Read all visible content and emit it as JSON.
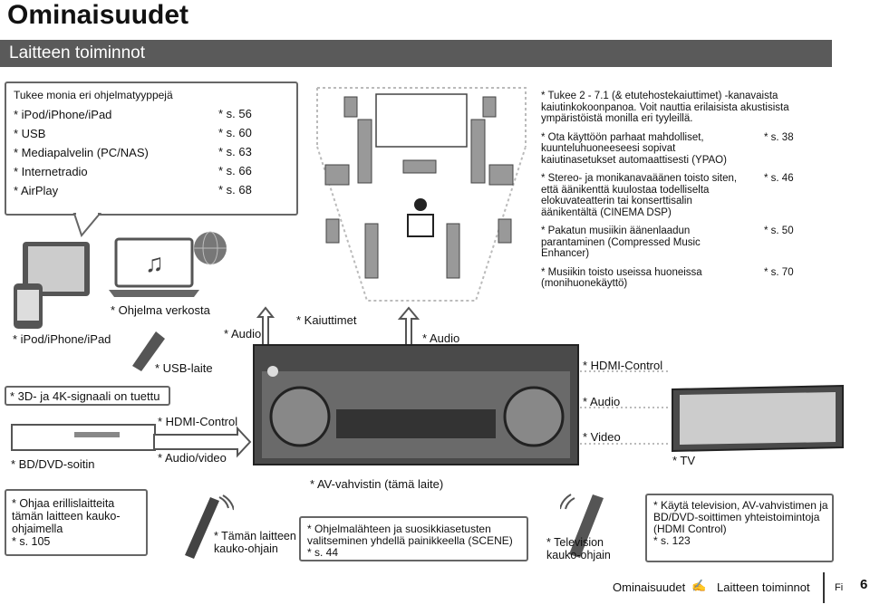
{
  "page_title": "Ominaisuudet",
  "section_title": "Laitteen toiminnot",
  "sources_box": {
    "heading": "Tukee monia eri ohjelmatyyppejä",
    "rows": [
      {
        "label": "* iPod/iPhone/iPad",
        "page": "* s. 56"
      },
      {
        "label": "* USB",
        "page": "* s. 60"
      },
      {
        "label": "* Mediapalvelin (PC/NAS)",
        "page": "* s. 63"
      },
      {
        "label": "* Internetradio",
        "page": "* s. 66"
      },
      {
        "label": "* AirPlay",
        "page": "* s. 68"
      }
    ]
  },
  "features": [
    {
      "text": "* Tukee 2 - 7.1 (& etutehostekaiuttimet) -kanavaista kaiutinkokoonpanoa. Voit nauttia erilaisista akustisista ympäristöistä monilla eri tyyleillä.",
      "page": ""
    },
    {
      "text": "* Ota käyttöön parhaat mahdolliset, kuunteluhuoneeseesi sopivat kaiutinasetukset automaattisesti (YPAO)",
      "page": "* s. 38"
    },
    {
      "text": "* Stereo- ja monikanavaäänen toisto siten, että äänikenttä kuulostaa todelliselta elokuvateatterin tai konserttisalin äänikentältä (CINEMA DSP)",
      "page": "* s. 46"
    },
    {
      "text": "* Pakatun musiikin äänenlaadun parantaminen (Compressed Music Enhancer)",
      "page": "* s. 50"
    },
    {
      "text": "* Musiikin toisto useissa huoneissa (monihuonekäyttö)",
      "page": "* s. 70"
    }
  ],
  "labels": {
    "ohjelma_verkosta": "* Ohjelma verkosta",
    "ipod": "* iPod/iPhone/iPad",
    "audio_left": "* Audio",
    "kaiuttimet": "* Kaiuttimet",
    "audio_mid": "* Audio",
    "usb_laite": "* USB-laite",
    "hdmi_control_right": "* HDMI-Control",
    "signals_4k": "* 3D- ja 4K-signaali on tuettu",
    "audio_right": "* Audio",
    "hdmi_control_left": "* HDMI-Control",
    "video_right": "* Video",
    "bd_dvd": "* BD/DVD-soitin",
    "audio_video": "* Audio/video",
    "tv": "* TV",
    "av_vahvistin": "* AV-vahvistin (tämä laite)"
  },
  "bottom": {
    "ohjaa_text": "* Ohjaa erillislaitteita tämän laitteen kauko-ohjaimella",
    "ohjaa_page": "* s. 105",
    "remote_label": "* Tämän laitteen kauko-ohjain",
    "scene_text": "* Ohjelmalähteen ja suosikkiasetusten valitseminen yhdellä painikkeella (SCENE)",
    "scene_page": "* s. 44",
    "tv_remote_label": "* Television kauko-ohjain",
    "tv_text": "* Käytä television, AV-vahvistimen ja BD/DVD-soittimen yhteistoimintoja (HDMI Control)",
    "tv_page": "* s. 123"
  },
  "footer": {
    "section": "Ominaisuudet",
    "subsection": "Laitteen toiminnot",
    "lang": "Fi",
    "page_number": "6"
  }
}
